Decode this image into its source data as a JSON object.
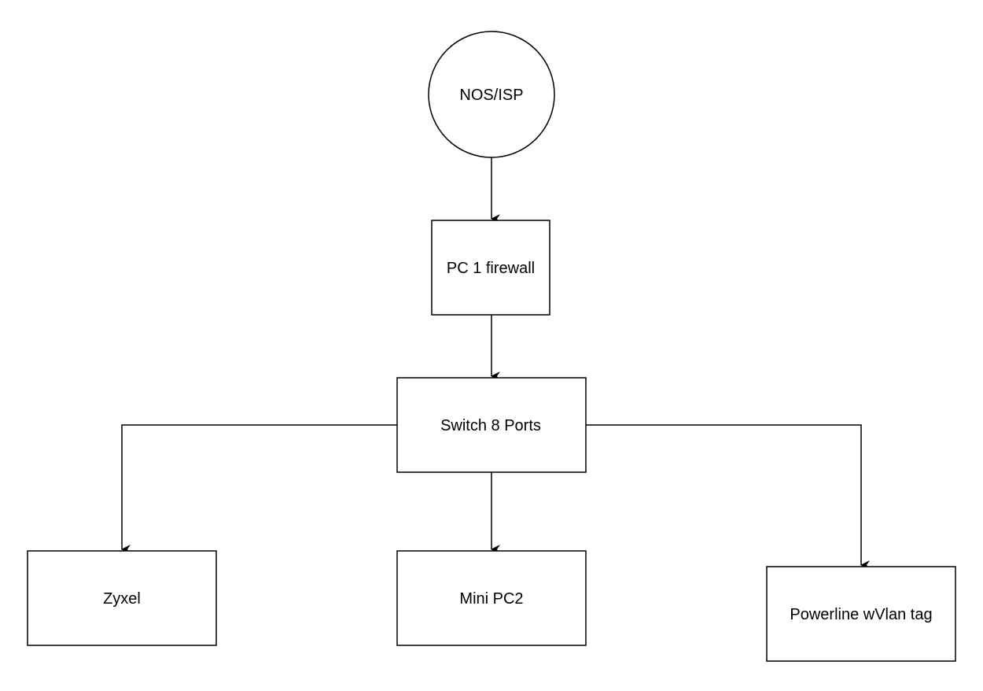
{
  "nodes": [
    {
      "id": "isp",
      "label": "NOS/ISP",
      "shape": "circle"
    },
    {
      "id": "firewall",
      "label": "PC 1 firewall",
      "shape": "rect"
    },
    {
      "id": "switch",
      "label": "Switch 8 Ports",
      "shape": "rect"
    },
    {
      "id": "zyxel",
      "label": "Zyxel",
      "shape": "rect"
    },
    {
      "id": "minipc2",
      "label": "Mini PC2",
      "shape": "rect"
    },
    {
      "id": "powerline",
      "label": "Powerline wVlan tag",
      "shape": "rect"
    }
  ],
  "edges": [
    {
      "from": "isp",
      "to": "firewall"
    },
    {
      "from": "firewall",
      "to": "switch"
    },
    {
      "from": "switch",
      "to": "zyxel"
    },
    {
      "from": "switch",
      "to": "minipc2"
    },
    {
      "from": "switch",
      "to": "powerline"
    }
  ],
  "colors": {
    "stroke": "#000000",
    "fill": "#ffffff",
    "text": "#000000"
  }
}
